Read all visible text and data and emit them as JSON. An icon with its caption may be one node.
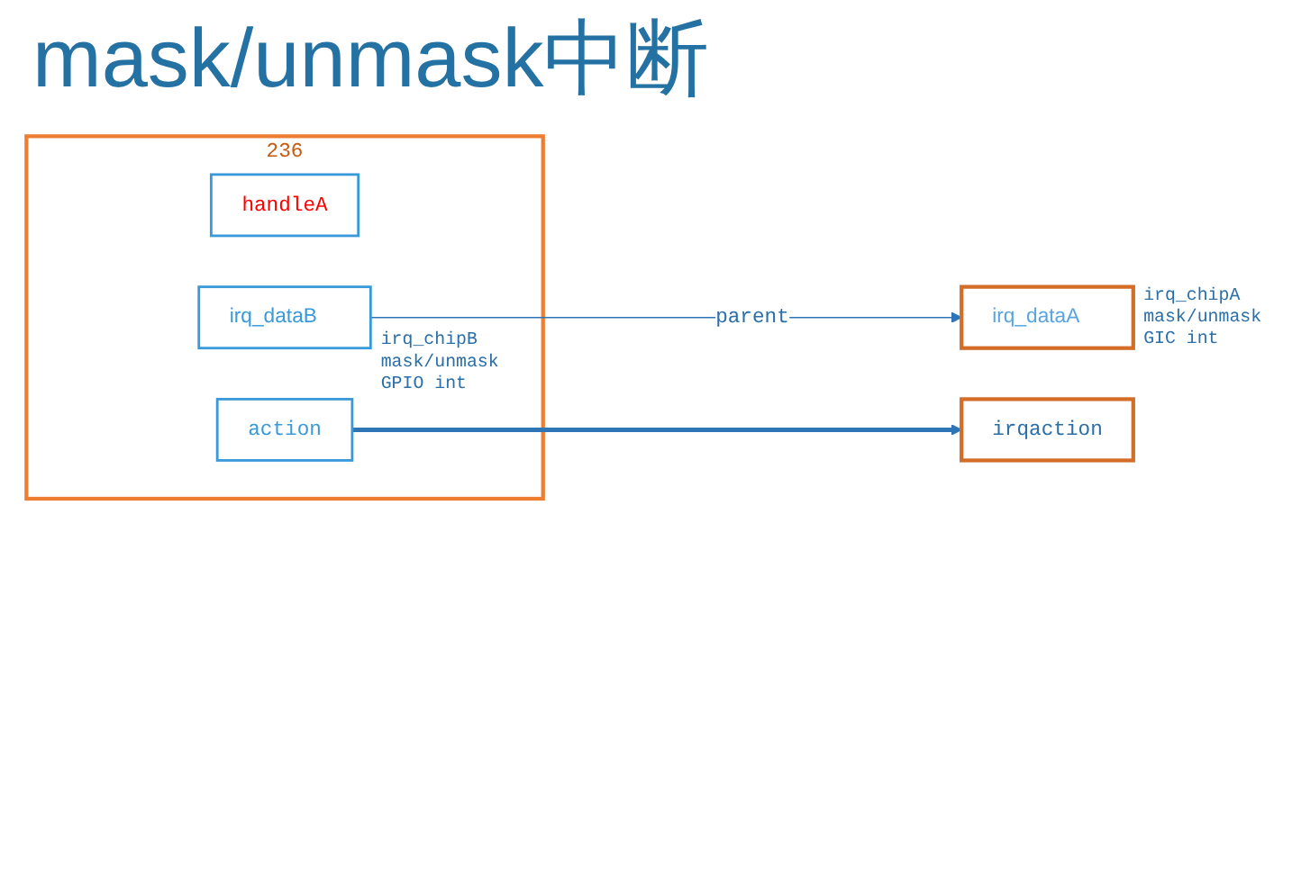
{
  "diagram": {
    "title": "mask/unmask中断",
    "nodes": [
      {
        "text": [
          "236"
        ]
      },
      {
        "text": [
          "handleA"
        ],
        "in": 0
      },
      {
        "text": [
          "irq_dataB"
        ],
        "in": 0,
        "beside": [
          "irq_chipB mask/unmask GPIO int"
        ]
      },
      {
        "text": [
          "action"
        ],
        "in": 0
      },
      {
        "text": [
          "irq_dataA"
        ],
        "beside": [
          "irq_chipA mask/unmask GIC int"
        ]
      },
      {
        "text": [
          "irqaction"
        ]
      }
    ],
    "edges": [
      {
        "from": 2,
        "to": 4,
        "arrow": "to",
        "label": "parent"
      },
      {
        "from": 3,
        "to": 5,
        "arrow": "to",
        "style": "thick"
      }
    ]
  }
}
